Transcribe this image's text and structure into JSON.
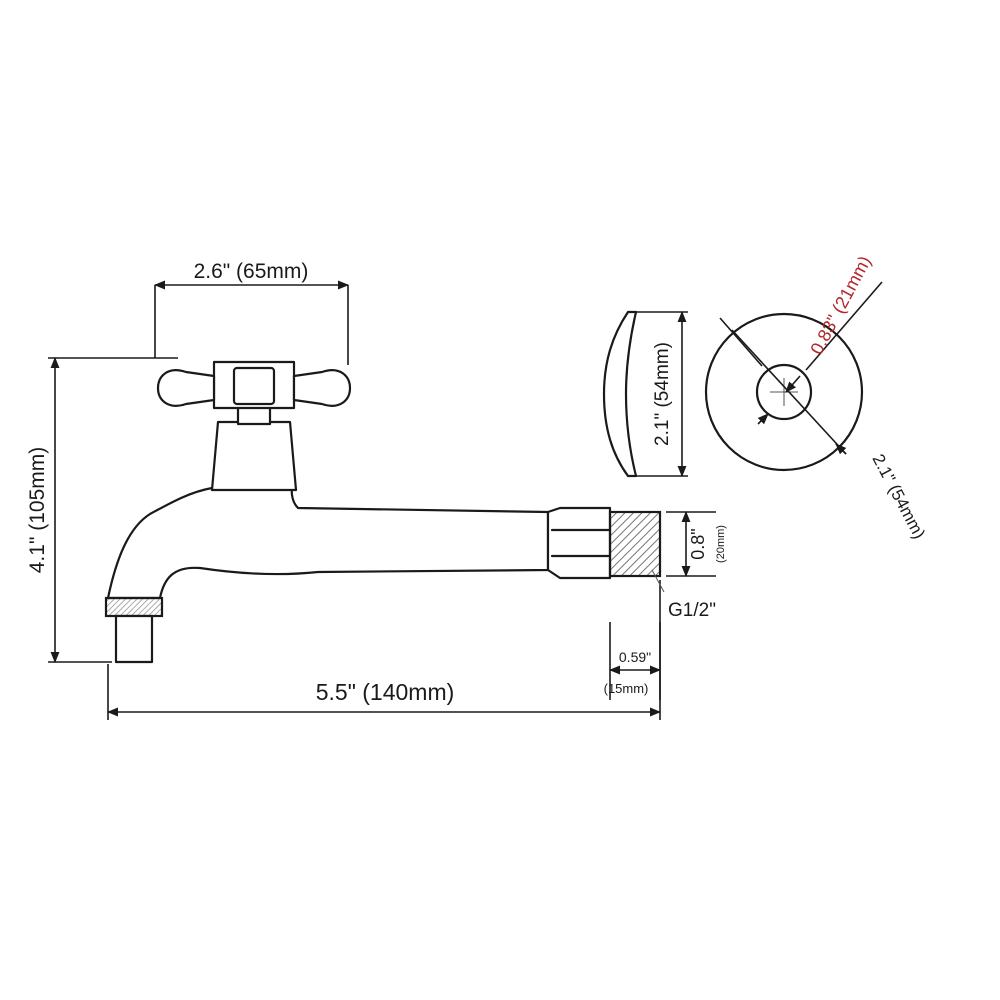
{
  "diagram": {
    "dimensions": {
      "handle_width": "2.6\" (65mm)",
      "total_height": "4.1\" (105mm)",
      "total_length": "5.5\" (140mm)",
      "flange_side_height": "2.1\" (54mm)",
      "flange_hole_diameter": "0.83\" (21mm)",
      "flange_outer_diameter": "2.1\" (54mm)",
      "inlet_diameter_in": "0.8\"",
      "inlet_diameter_mm": "(20mm)",
      "thread_length_in": "0.59\"",
      "thread_length_mm": "(15mm)",
      "thread_spec": "G1/2\""
    },
    "colors": {
      "line": "#1a1a1a",
      "accent": "#b3262b"
    }
  }
}
